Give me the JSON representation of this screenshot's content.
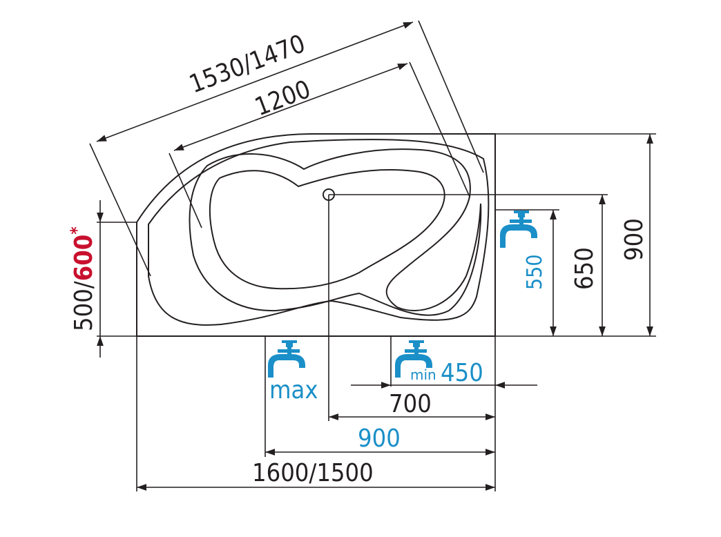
{
  "dimensions": {
    "diag_outer": "1530/1470",
    "diag_inner": "1200",
    "height_total": "900",
    "drain_offset": "650",
    "tap_side_height": "550",
    "left_height_prefix": "500/",
    "left_height_alt": "600",
    "left_height_star": "*",
    "tap_min_value": "450",
    "drain_x": "700",
    "tap_max_x": "900",
    "length_total": "1600/1500"
  },
  "labels": {
    "tap_max": "max",
    "tap_min": "min"
  },
  "colors": {
    "line": "#231f20",
    "accent_blue": "#1a8fc8",
    "accent_red": "#c8102e"
  }
}
